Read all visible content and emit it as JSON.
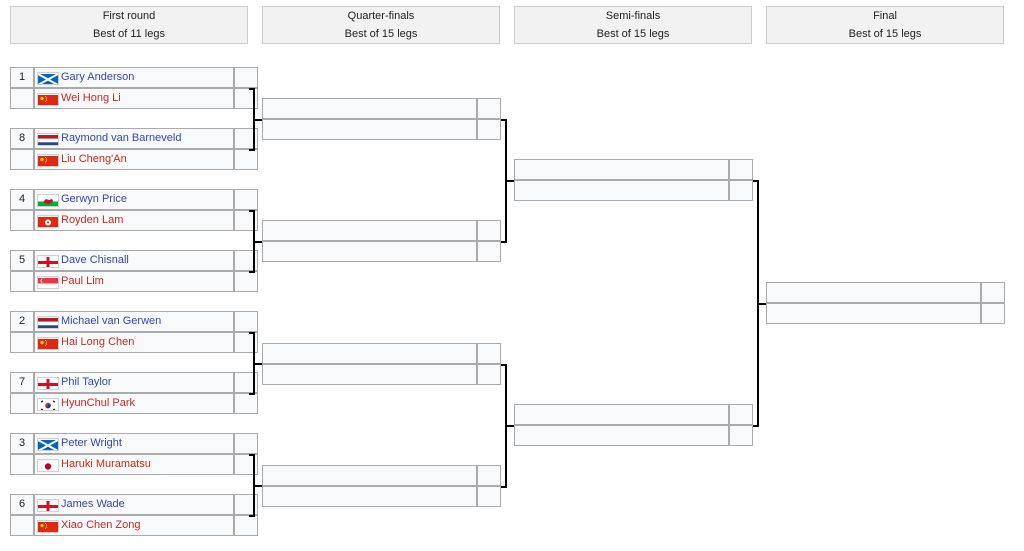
{
  "rounds": [
    {
      "name": "First round",
      "format": "Best of 11 legs"
    },
    {
      "name": "Quarter-finals",
      "format": "Best of 15 legs"
    },
    {
      "name": "Semi-finals",
      "format": "Best of 15 legs"
    },
    {
      "name": "Final",
      "format": "Best of 15 legs"
    }
  ],
  "colors": {
    "link_blue": "#3548a8",
    "link_red": "#c42b1c"
  },
  "first_round": [
    {
      "seed": "1",
      "name": "Gary Anderson",
      "flag": "scotland-flag-icon",
      "color": "#3548a8"
    },
    {
      "seed": "",
      "name": "Wei Hong Li",
      "flag": "china-flag-icon",
      "color": "#c42b1c"
    },
    {
      "seed": "8",
      "name": "Raymond van Barneveld",
      "flag": "netherlands-flag-icon",
      "color": "#3548a8"
    },
    {
      "seed": "",
      "name": "Liu Cheng'An",
      "flag": "china-flag-icon",
      "color": "#c42b1c"
    },
    {
      "seed": "4",
      "name": "Gerwyn Price",
      "flag": "wales-flag-icon",
      "color": "#3548a8"
    },
    {
      "seed": "",
      "name": "Royden Lam",
      "flag": "hong-kong-flag-icon",
      "color": "#c42b1c"
    },
    {
      "seed": "5",
      "name": "Dave Chisnall",
      "flag": "england-flag-icon",
      "color": "#3548a8"
    },
    {
      "seed": "",
      "name": "Paul Lim",
      "flag": "singapore-flag-icon",
      "color": "#c42b1c"
    },
    {
      "seed": "2",
      "name": "Michael van Gerwen",
      "flag": "netherlands-flag-icon",
      "color": "#3548a8"
    },
    {
      "seed": "",
      "name": "Hai Long Chen",
      "flag": "china-flag-icon",
      "color": "#c42b1c"
    },
    {
      "seed": "7",
      "name": "Phil Taylor",
      "flag": "england-flag-icon",
      "color": "#3548a8"
    },
    {
      "seed": "",
      "name": "HyunChul Park",
      "flag": "south-korea-flag-icon",
      "color": "#c42b1c"
    },
    {
      "seed": "3",
      "name": "Peter Wright",
      "flag": "scotland-flag-icon",
      "color": "#3548a8"
    },
    {
      "seed": "",
      "name": "Haruki Muramatsu",
      "flag": "japan-flag-icon",
      "color": "#c42b1c"
    },
    {
      "seed": "6",
      "name": "James Wade",
      "flag": "england-flag-icon",
      "color": "#3548a8"
    },
    {
      "seed": "",
      "name": "Xiao Chen Zong",
      "flag": "china-flag-icon",
      "color": "#c42b1c"
    }
  ]
}
